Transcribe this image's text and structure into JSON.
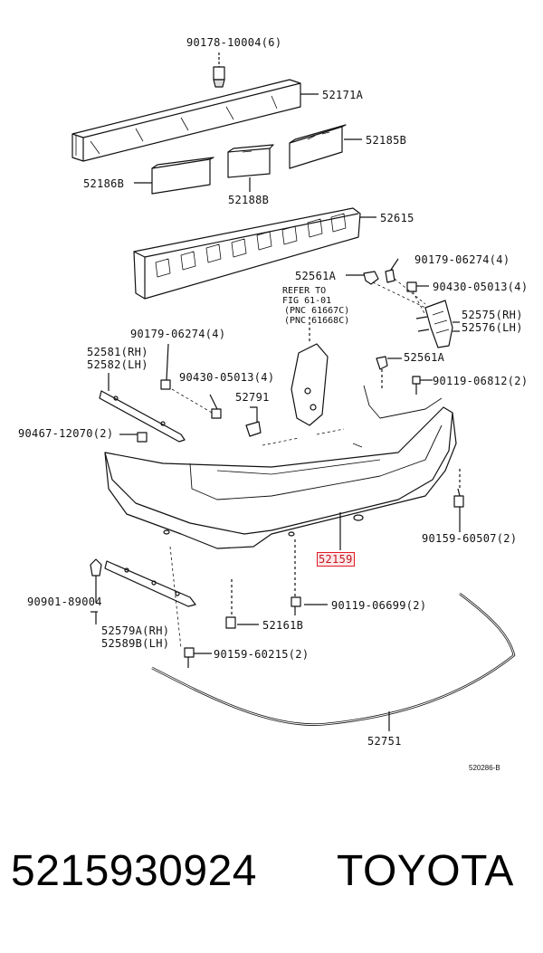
{
  "labels": {
    "p90178": "90178-10004(6)",
    "p52171a": "52171A",
    "p52185b": "52185B",
    "p52186b": "52186B",
    "p52188b": "52188B",
    "p52615": "52615",
    "p90179a": "90179-06274(4)",
    "p52561a_top": "52561A",
    "p90430a": "90430-05013(4)",
    "p52575": "52575(RH)",
    "p52576": "52576(LH)",
    "p90179b": "90179-06274(4)",
    "p52581": "52581(RH)",
    "p52582": "52582(LH)",
    "p90430b": "90430-05013(4)",
    "p52791": "52791",
    "p52561a_mid": "52561A",
    "p90119a": "90119-06812(2)",
    "p90467": "90467-12070(2)",
    "p90159a": "90159-60507(2)",
    "p52159": "52159",
    "p90901": "90901-89004",
    "p90119b": "90119-06699(2)",
    "p52579a": "52579A(RH)",
    "p52589b": "52589B(LH)",
    "p52161b": "52161B",
    "p90159b": "90159-60215(2)",
    "p52751": "52751"
  },
  "note": {
    "line1": "REFER TO",
    "line2": "FIG 61-01",
    "line3": "(PNC 61667C)",
    "line4": "(PNC 61668C)"
  },
  "figure_code": "520286-B",
  "highlight_color": "#e01b24",
  "footer": {
    "part_number": "5215930924",
    "brand": "TOYOTA"
  }
}
